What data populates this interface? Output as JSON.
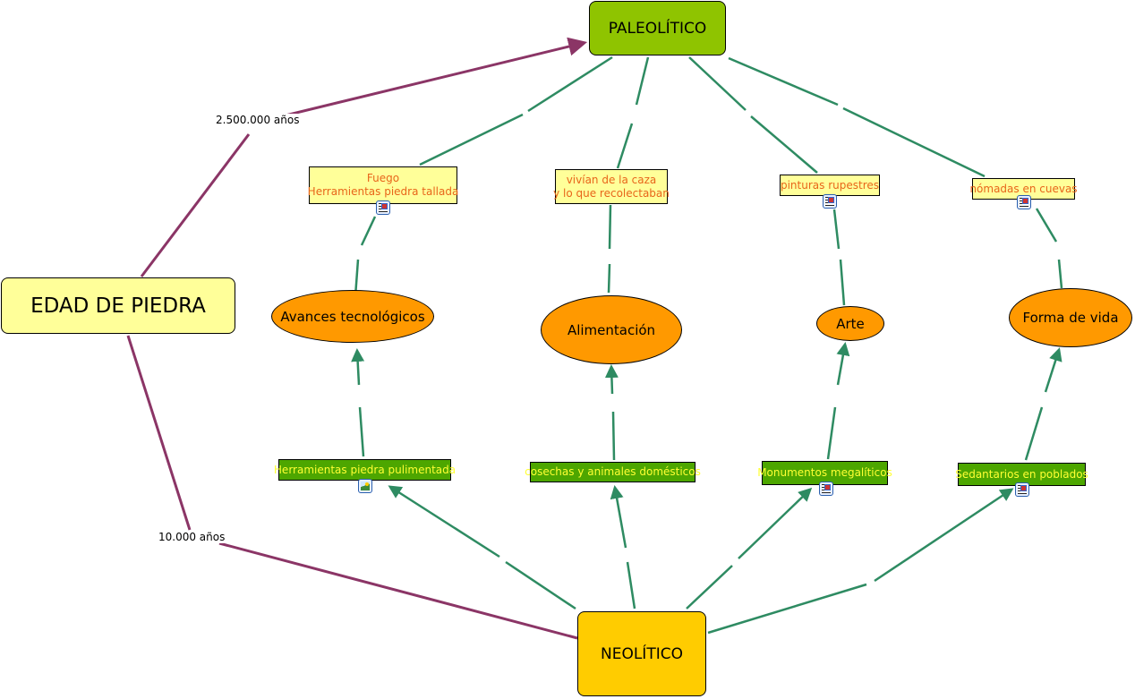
{
  "diagram": {
    "root": {
      "label": "EDAD DE PIEDRA"
    },
    "periods": {
      "paleolitico": {
        "label": "PALEOLÍTICO",
        "color": "#8fc400"
      },
      "neolitico": {
        "label": "NEOLÍTICO",
        "color": "#ffcc00"
      }
    },
    "root_links": {
      "to_paleolitico": "2.500.000 años",
      "to_neolitico": "10.000 años"
    },
    "categories": [
      {
        "label": "Avances tecnológicos"
      },
      {
        "label": "Alimentación"
      },
      {
        "label": "Arte"
      },
      {
        "label": "Forma de vida"
      }
    ],
    "paleolitico_items": [
      {
        "line1": "Fuego",
        "line2": "Herramientas piedra tallada",
        "resource": "document"
      },
      {
        "line1": "vivían de la caza",
        "line2": "y lo que recolectaban",
        "resource": ""
      },
      {
        "line1": "pinturas rupestres",
        "line2": "",
        "resource": "document"
      },
      {
        "line1": "nómadas en cuevas",
        "line2": "",
        "resource": "document"
      }
    ],
    "neolitico_items": [
      {
        "label": "Herramientas piedra pulimentada",
        "resource": "image"
      },
      {
        "label": "cosechas y animales domésticos",
        "resource": ""
      },
      {
        "label": "Monumentos megalíticos",
        "resource": "document"
      },
      {
        "label": "Sedantarios en poblados",
        "resource": "document"
      }
    ],
    "colors": {
      "root_link": "#8b3566",
      "concept_link": "#2e8b62",
      "root_fill": "#ffff99",
      "category_fill": "#ff9900",
      "paleo_item_fill": "#ffff99",
      "paleo_item_text": "#e8651a",
      "neo_item_fill": "#4da600",
      "neo_item_text": "#ffff33"
    }
  }
}
